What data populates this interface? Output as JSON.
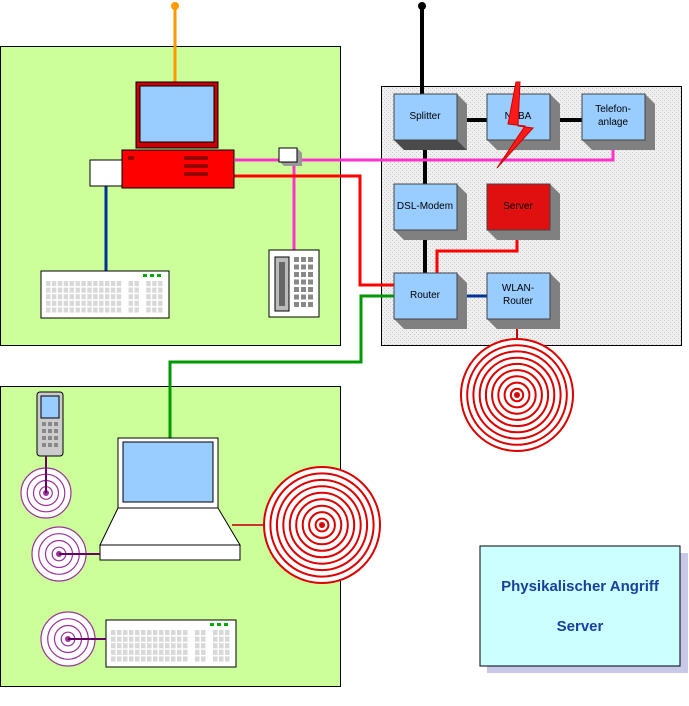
{
  "network": {
    "splitter": "Splitter",
    "ntba": "NTBA",
    "telefon_line1": "Telefon-",
    "telefon_line2": "anlage",
    "dsl_modem": "DSL-Modem",
    "server": "Server",
    "router": "Router",
    "wlan_line1": "WLAN-",
    "wlan_line2": "Router"
  },
  "title_box": {
    "line1": "Physikalischer Angriff",
    "line2": "Server"
  },
  "colors": {
    "zone_green": "#ccff99",
    "network_panel": "#f0f0f0",
    "box_blue": "#99ccff",
    "server_red": "#e01010",
    "cable_orange": "#ff9900",
    "cable_magenta": "#ff33cc",
    "cable_red": "#ff0000",
    "cable_green": "#009900",
    "cable_blue": "#003399",
    "title_bg": "#ccffff",
    "title_text": "#1a3f9c"
  }
}
